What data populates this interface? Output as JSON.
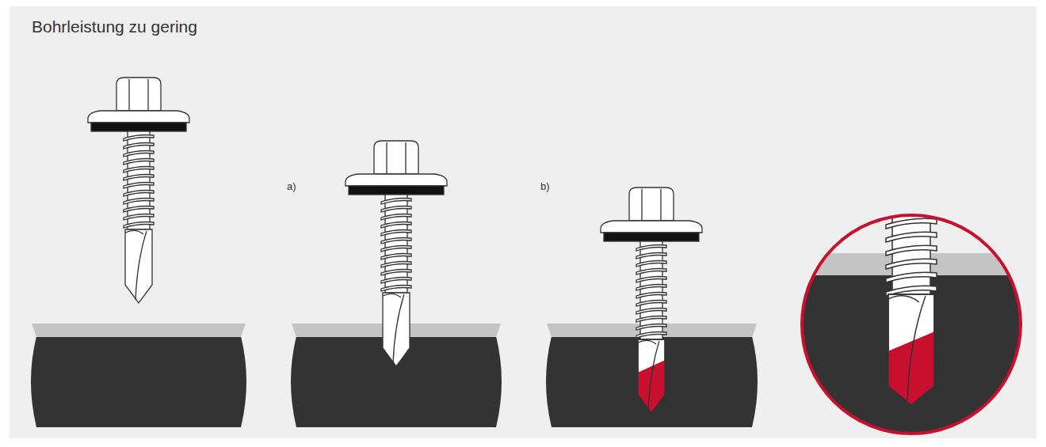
{
  "diagram": {
    "title": "Bohrleistung zu gering",
    "labels": [
      "a)",
      "b)"
    ]
  }
}
